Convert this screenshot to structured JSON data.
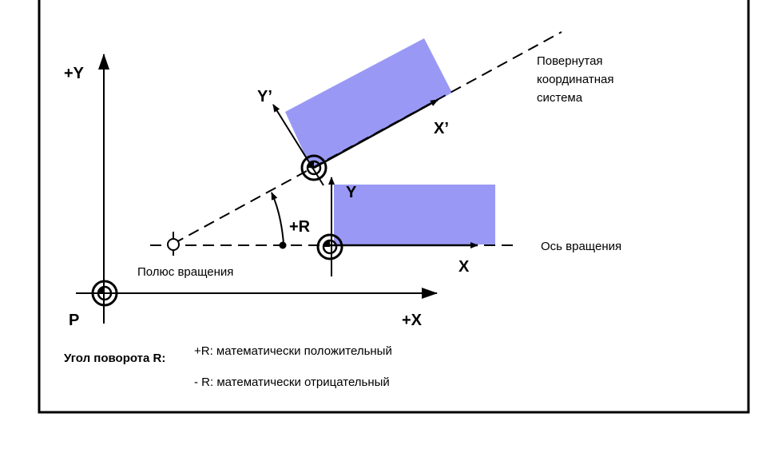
{
  "colors": {
    "fill": "#9999f5",
    "line": "#000000"
  },
  "labels": {
    "plus_y": "+Y",
    "plus_x": "+X",
    "p": "P",
    "y": "Y",
    "x": "X",
    "y_prime": "Y’",
    "x_prime": "X’",
    "plus_r": "+R",
    "rotated_line1": "Повернутая",
    "rotated_line2": "координатная",
    "rotated_line3": "система",
    "rotation_axis": "Ось вращения",
    "rotation_pole": "Полюс вращения"
  },
  "legend": {
    "title": "Угол поворота R:",
    "positive": "+R:  математически положительный",
    "negative": "- R:  математически отрицательный"
  }
}
